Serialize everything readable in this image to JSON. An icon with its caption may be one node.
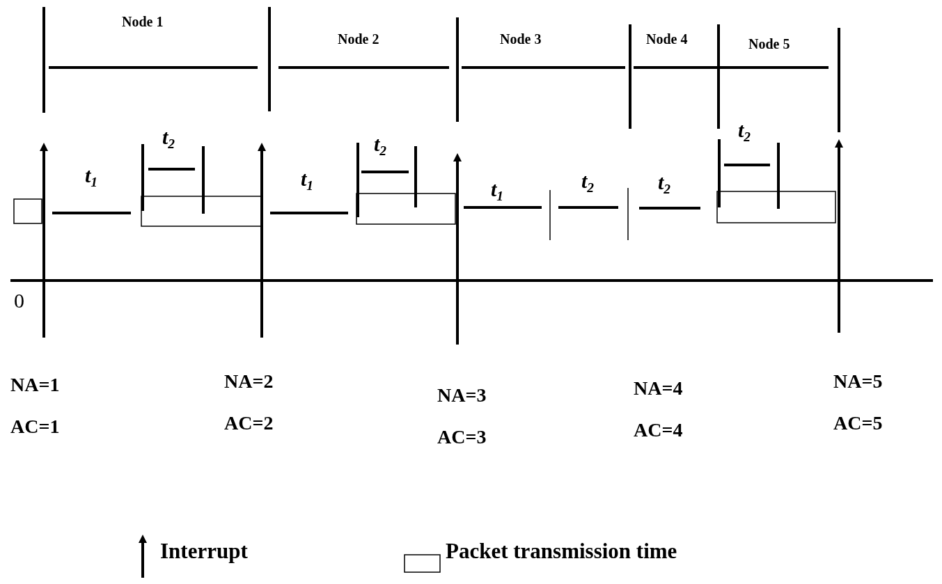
{
  "diagram": {
    "labels": [
      "Node 1",
      "Node 2",
      "Node 3",
      "Node 4",
      "Node 5",
      "t$_{1}$",
      "t$_{2}$",
      "t$_{1}$",
      "t$_{2}$",
      "t$_{1}$",
      "t$_{2}$",
      "t$_{2}$",
      "t$_{2}$",
      "0",
      "NA=1",
      "NA=2",
      "NA=3",
      "NA=4",
      "NA=5",
      "AC=1",
      "AC=2",
      "AC=3",
      "AC=4",
      "AC=5"
    ],
    "legend": [
      {
        "text": "Interrupt"
      },
      {
        "text": "Packet transmission time"
      }
    ]
  }
}
